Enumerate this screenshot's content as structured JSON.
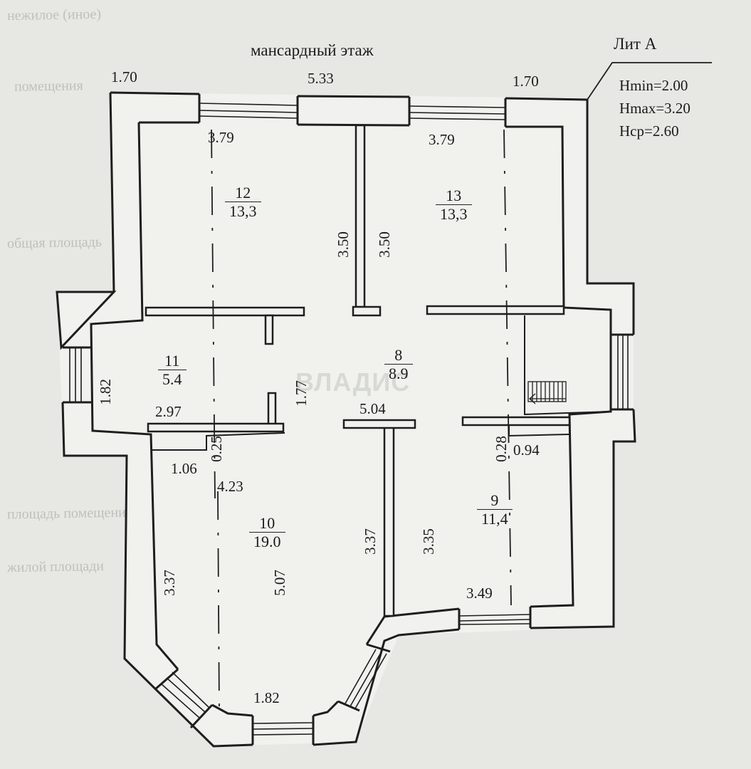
{
  "title": "мансардный этаж",
  "lit": "Лит А",
  "heights": {
    "hmin": "Hmin=2.00",
    "hmax": "Hmax=3.20",
    "hcp": "Hcp=2.60"
  },
  "watermark": "ВЛАДИС",
  "colors": {
    "background": "#e7e8e4",
    "wall": "#1e1e1e",
    "fill": "#f1f2ee",
    "text": "#1b1b1b"
  },
  "rooms": [
    {
      "number": "12",
      "area": "13,3"
    },
    {
      "number": "13",
      "area": "13,3"
    },
    {
      "number": "11",
      "area": "5.4"
    },
    {
      "number": "8",
      "area": "8.9"
    },
    {
      "number": "10",
      "area": "19.0"
    },
    {
      "number": "9",
      "area": "11,4"
    }
  ],
  "dimensions": {
    "top_left": "1.70",
    "top_middle": "5.33",
    "top_right": "1.70",
    "r12_width": "3.79",
    "r13_width": "3.79",
    "r12_depth": "3.50",
    "r13_depth": "3.50",
    "r11_depth": "1.82",
    "r11_width": "2.97",
    "corridor_depth": "1.77",
    "corridor_width": "5.04",
    "step_width": "1.06",
    "step_depth": "0.25",
    "r10_width": "4.23",
    "r10_depth": "5.07",
    "r10_left": "3.37",
    "r10_right": "3.37",
    "r9_left": "3.35",
    "r9_width": "3.49",
    "stair_offset": "0.28",
    "stair_width": "0.94",
    "bay_width": "1.82"
  }
}
